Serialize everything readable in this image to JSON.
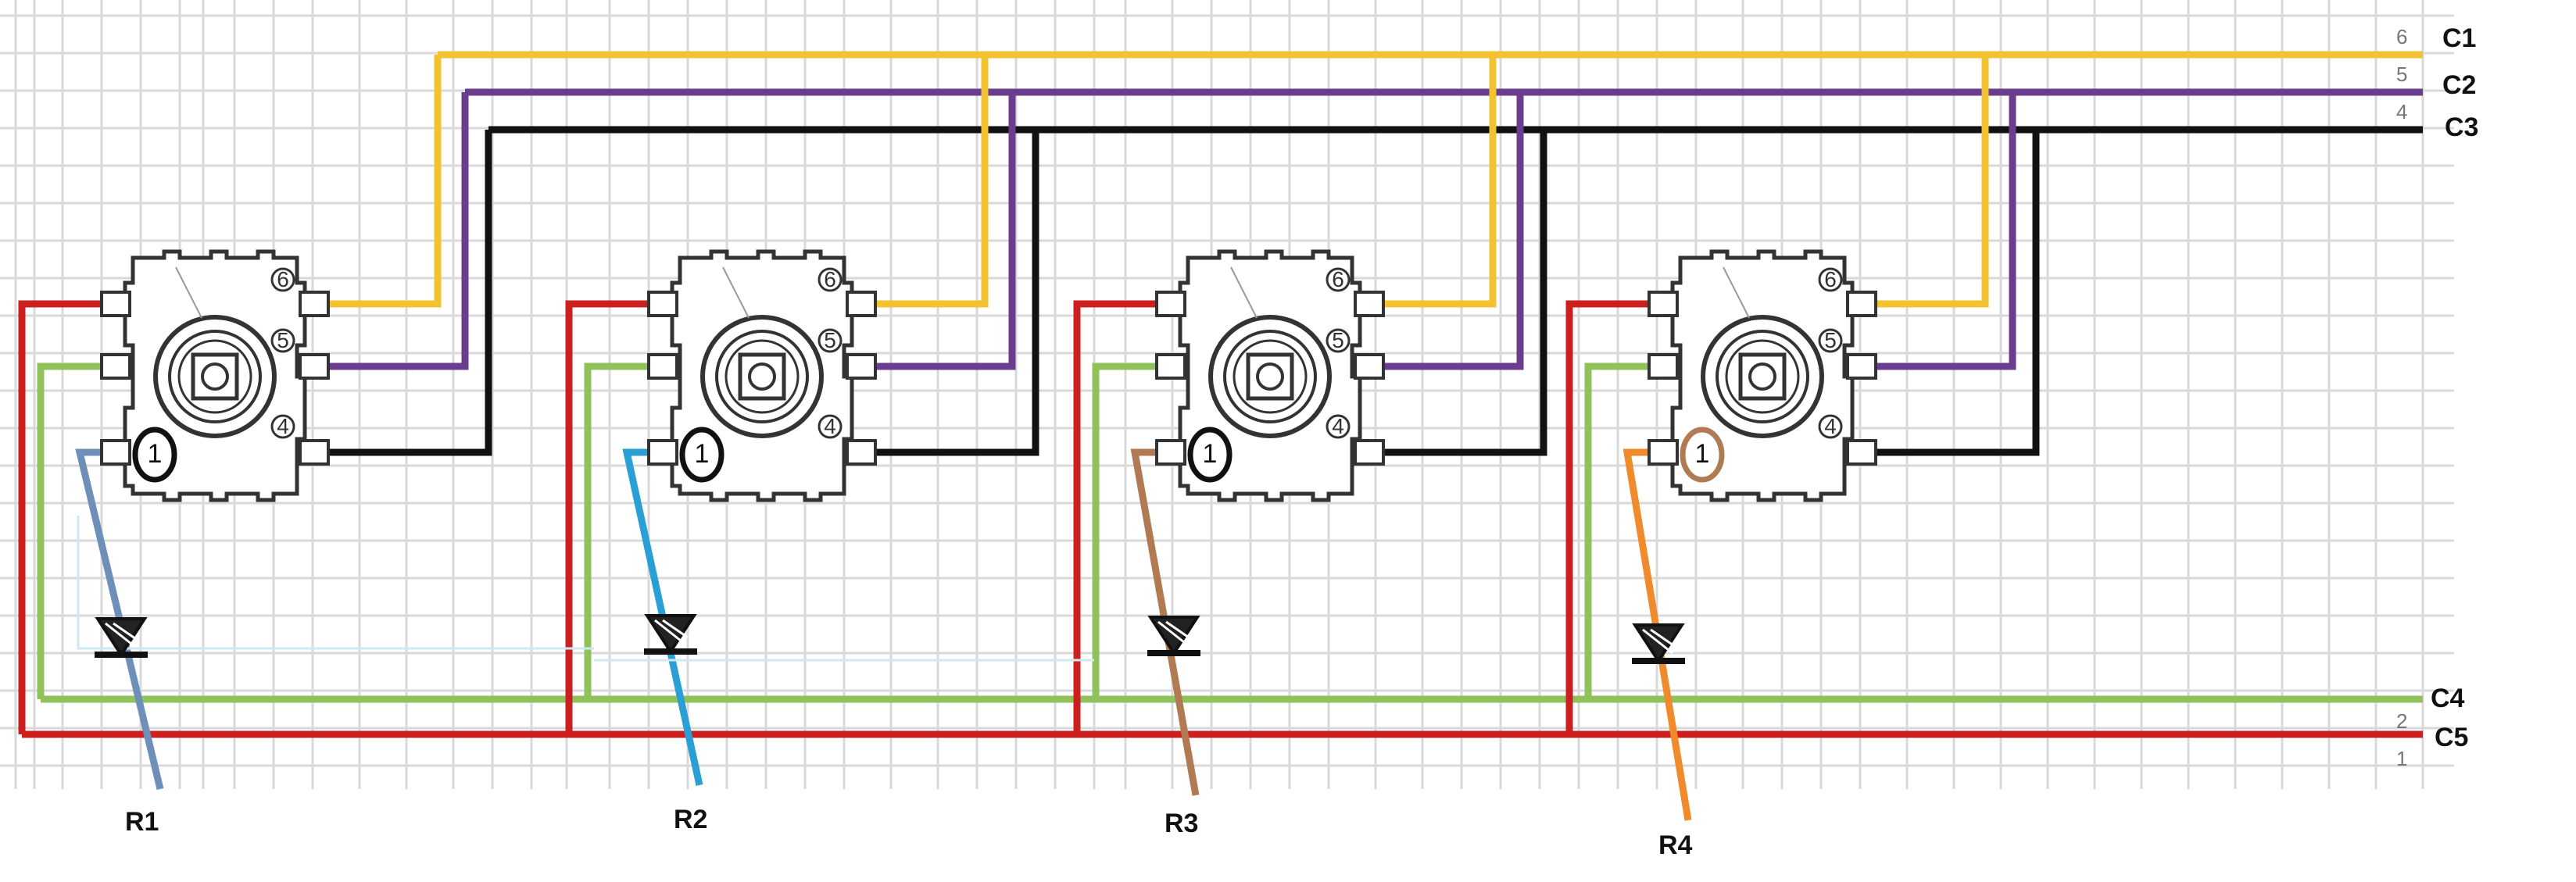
{
  "wire_colors": {
    "c1": "#f2c230",
    "c2": "#6a3d8f",
    "c3": "#111111",
    "c4": "#8fc25a",
    "c5": "#cc1f1f",
    "r1": "#6e8fb8",
    "r2": "#2a9fd6",
    "r3": "#b07a52",
    "r4": "#f08a2a",
    "grid": "#d9d9d9"
  },
  "column_labels": {
    "c1": "C1",
    "c2": "C2",
    "c3": "C3",
    "c4": "C4",
    "c5": "C5"
  },
  "line_numbers": {
    "c1": "6",
    "c2": "5",
    "c3": "4",
    "c4": "2",
    "c5": "1"
  },
  "row_labels": {
    "r1": "R1",
    "r2": "R2",
    "r3": "R3",
    "r4": "R4"
  },
  "switch_pins": {
    "top": "6",
    "mid": "5",
    "bottom": "4",
    "marker": "1"
  },
  "icons": {
    "switch": "rotary-encoder-switch-icon",
    "diode": "diode-icon"
  }
}
